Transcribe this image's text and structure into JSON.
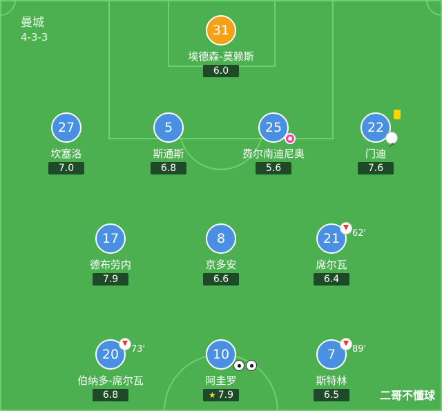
{
  "team": {
    "name": "曼城",
    "formation": "4-3-3"
  },
  "players": [
    {
      "key": "gk",
      "number": "31",
      "name": "埃德森-莫赖斯",
      "rating": "6.0"
    },
    {
      "key": "d1",
      "number": "27",
      "name": "坎塞洛",
      "rating": "7.0"
    },
    {
      "key": "d2",
      "number": "5",
      "name": "斯通斯",
      "rating": "6.8"
    },
    {
      "key": "d3",
      "number": "25",
      "name": "费尔南迪尼奥",
      "rating": "5.6"
    },
    {
      "key": "d4",
      "number": "22",
      "name": "门迪",
      "rating": "7.6"
    },
    {
      "key": "m1",
      "number": "17",
      "name": "德布劳内",
      "rating": "7.9"
    },
    {
      "key": "m2",
      "number": "8",
      "name": "京多安",
      "rating": "6.6"
    },
    {
      "key": "m3",
      "number": "21",
      "name": "席尔瓦",
      "rating": "6.4",
      "sub": "62'"
    },
    {
      "key": "f1",
      "number": "20",
      "name": "伯纳多-席尔瓦",
      "rating": "6.8",
      "sub": "73'"
    },
    {
      "key": "f2",
      "number": "10",
      "name": "阿圭罗",
      "rating": "7.9"
    },
    {
      "key": "f3",
      "number": "7",
      "name": "斯特林",
      "rating": "6.5",
      "sub": "89'"
    }
  ],
  "icons": {
    "sub_out": "sub-out-icon",
    "goal": "ball-icon",
    "own_goal": "own-goal-icon",
    "yellow": "yellow-card-icon",
    "assist": "assist-icon",
    "motm": "star-icon"
  },
  "watermark": "二哥不懂球"
}
